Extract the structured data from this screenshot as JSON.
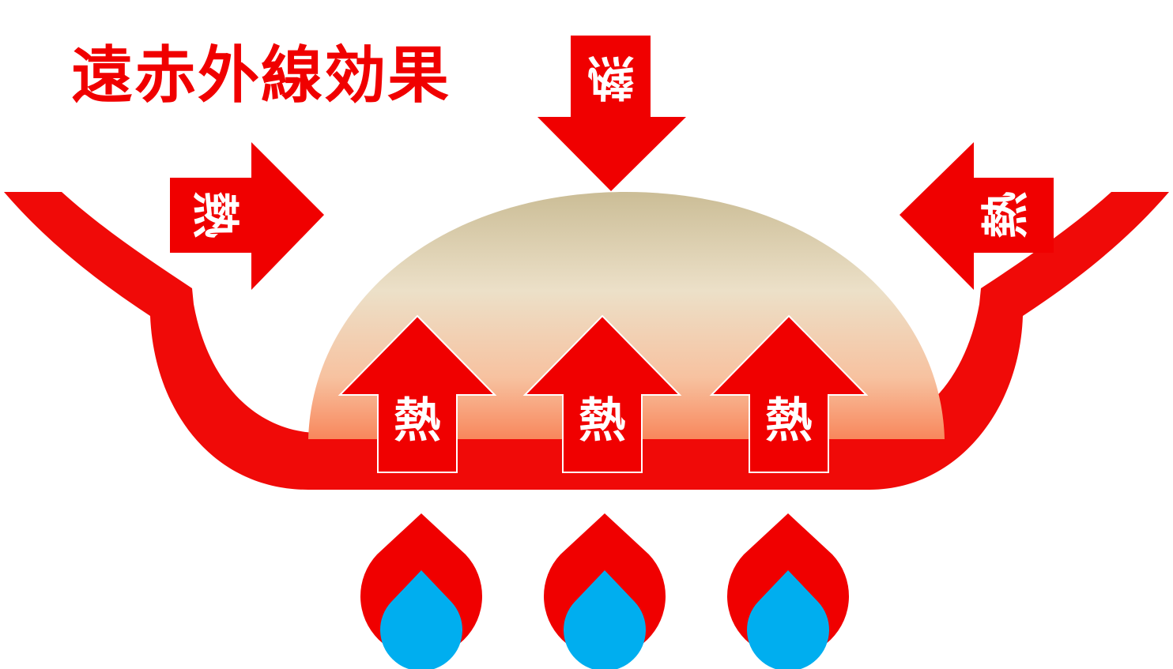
{
  "title": "遠赤外線効果",
  "arrows": {
    "top": "熱",
    "left": "熱",
    "right": "熱",
    "up": [
      "熱",
      "熱",
      "熱"
    ]
  },
  "colors": {
    "red": "#f00000",
    "blue": "#00aeef",
    "tan": "#d2c6a2"
  }
}
